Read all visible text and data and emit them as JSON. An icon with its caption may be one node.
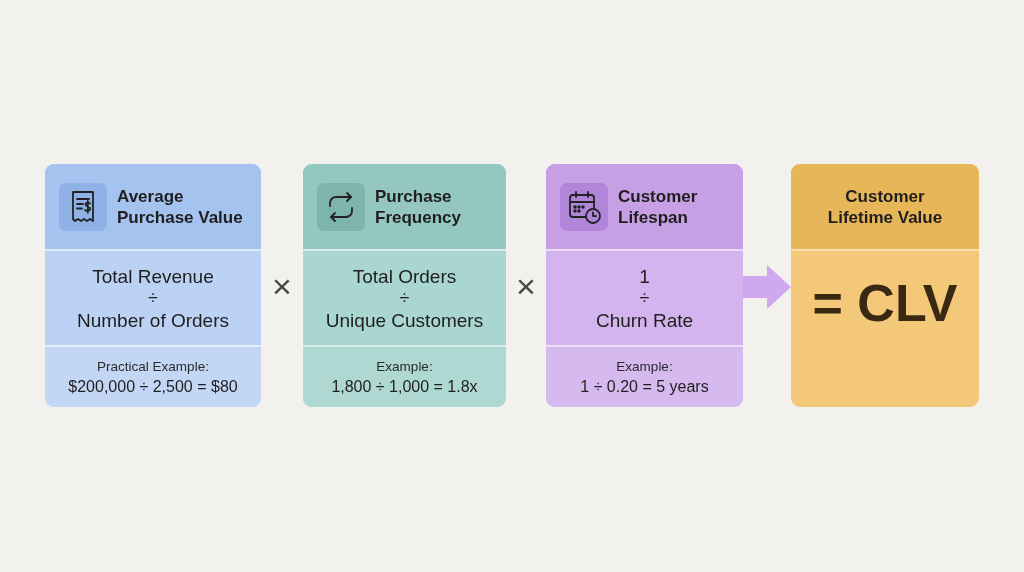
{
  "diagram": {
    "nodes": [
      {
        "text": [
          "Average Purchase Value",
          "Total Revenue",
          "÷",
          "Number of Orders",
          "Practical Example:",
          "$200,000 ÷ 2,500 = $80"
        ]
      },
      {
        "text": [
          "Purchase Frequency",
          "Total Orders",
          "÷",
          "Unique Customers",
          "Example:",
          "1,800 ÷ 1,000 = 1.8x"
        ]
      },
      {
        "text": [
          "Customer Lifespan",
          "1",
          "÷",
          "Churn Rate",
          "Example:",
          "1 ÷ 0.20 = 5 years"
        ]
      },
      {
        "text": [
          "Customer Lifetime Value",
          "= CLV"
        ]
      }
    ],
    "edges": [
      {
        "from": 2,
        "to": 3,
        "arrow": "to"
      }
    ],
    "labels": [
      "×",
      "×"
    ]
  }
}
